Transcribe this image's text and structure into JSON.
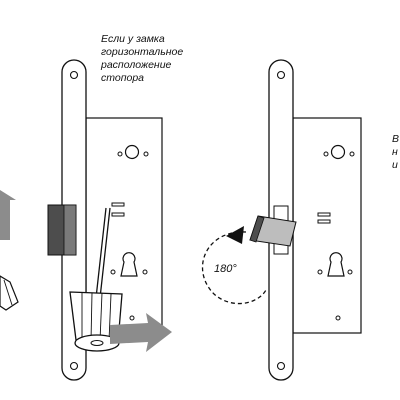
{
  "captions": {
    "left": [
      "Если у замка",
      "горизонтальное",
      "расположение",
      "стопора"
    ],
    "right": [
      "В",
      "н",
      "и"
    ]
  },
  "angle_label": "180°",
  "colors": {
    "outline": "#111111",
    "arrow_gray": "#8c8c8c",
    "latch_dark": "#4d4d4d",
    "latch_light": "#bdbdbd",
    "background": "#ffffff"
  },
  "icons": [
    "lock-body",
    "faceplate",
    "screwdriver",
    "rotation-arrow",
    "push-arrow"
  ]
}
